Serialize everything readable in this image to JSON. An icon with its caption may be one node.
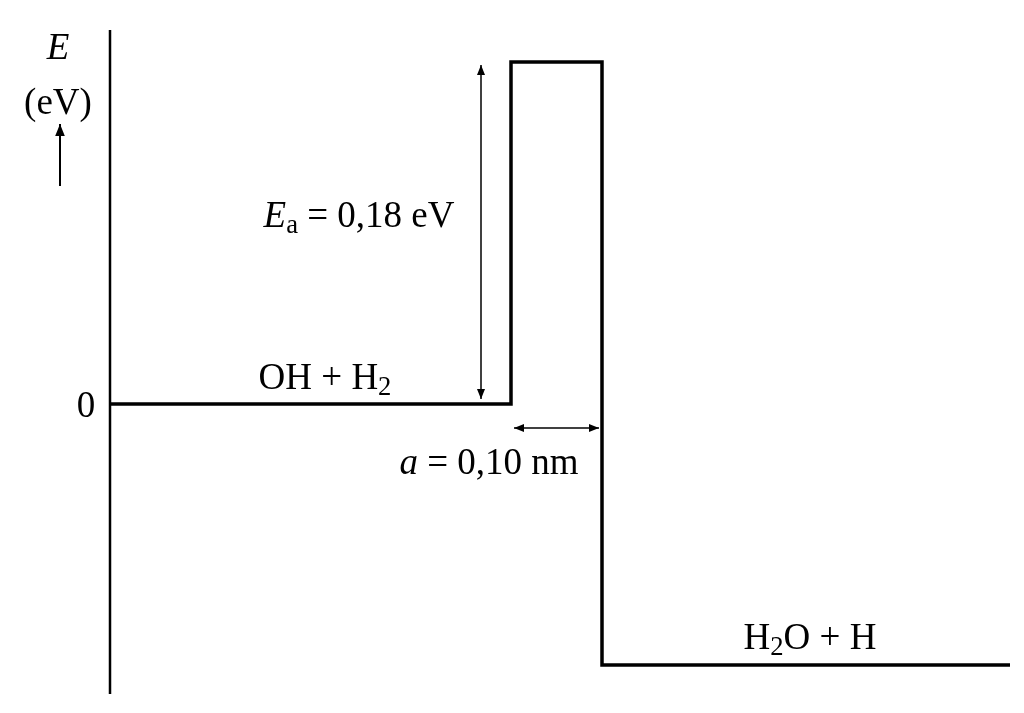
{
  "diagram": {
    "labels": [
      "*E*",
      "(eV)",
      "0",
      "*E*$_{a}$ = 0,18 eV",
      "OH + H$_{2}$",
      "*a* = 0,10 nm",
      "H$_{2}$O + H"
    ]
  }
}
